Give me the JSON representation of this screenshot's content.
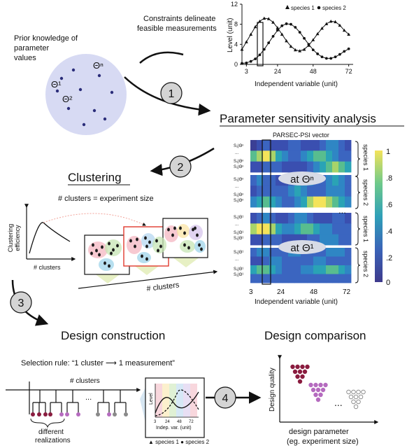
{
  "prior": {
    "label_line1": "Prior knowledge of",
    "label_line2": "parameter",
    "label_line3": "values",
    "theta_n": "Θⁿ",
    "theta_1": "Θ¹",
    "theta_2": "Θ²"
  },
  "constraints": {
    "line1": "Constraints delineate",
    "line2": "feasible measurements"
  },
  "top_chart": {
    "ylabel": "Level (unit)",
    "xlabel": "Independent variable (unit)",
    "legend_s1": "species 1",
    "legend_s2": "species 2",
    "yticks": [
      "0",
      "4",
      "8",
      "12"
    ],
    "xticks": [
      "3",
      "24",
      "48",
      "72"
    ]
  },
  "steps": {
    "s1": "1",
    "s2": "2",
    "s3": "3",
    "s4": "4"
  },
  "psa": {
    "title": "Parameter sensitivity  analysis",
    "vector_label": "PARSEC-PSI vector",
    "at_n": "at Θⁿ",
    "at_1": "at Θ¹",
    "sp1": "species 1",
    "sp2": "species 2",
    "dots": "...",
    "xlabel": "Independent variable (unit)",
    "xticks": [
      "3",
      "24",
      "48",
      "72"
    ],
    "cbar_ticks": [
      "1",
      ".8",
      ".6",
      ".4",
      ".2",
      "0"
    ]
  },
  "clustering": {
    "title": "Clustering",
    "subtitle": "# clusters = experiment size",
    "ylabel_line1": "Clustering",
    "ylabel_line2": "efficiency",
    "xlabel": "# clusters",
    "arrow_label": "# clusters"
  },
  "design_construction": {
    "title": "Design construction",
    "rule": "Selection rule: “1 cluster ⟶ 1 measurement”",
    "tree_label": "# clusters",
    "realizations_line1": "different",
    "realizations_line2": "realizations",
    "inset_ylabel": "Level",
    "inset_xlabel": "Indep. var. (unit)",
    "inset_xticks": [
      "3",
      "24",
      "48",
      "72"
    ],
    "legend": "▲ species 1   ● species 2"
  },
  "design_comparison": {
    "title": "Design comparison",
    "ylabel": "Design quality",
    "xlabel_line1": "design parameter",
    "xlabel_line2": "(eg. experiment size)",
    "dots": "..."
  },
  "colors": {
    "disc": "#d7daf3",
    "dot": "#2b2d7a",
    "heat_low": "#3b4aa5",
    "heat_high": "#f4e35a",
    "maroon": "#8a1c3f",
    "purple": "#b56bbf"
  },
  "chart_data": {
    "type": "line",
    "title": "",
    "xlabel": "Independent variable (unit)",
    "ylabel": "Level (unit)",
    "xlim": [
      0,
      75
    ],
    "ylim": [
      0,
      12
    ],
    "x": [
      0,
      3,
      6,
      9,
      12,
      15,
      18,
      21,
      24,
      27,
      30,
      33,
      36,
      39,
      42,
      45,
      48,
      51,
      54,
      57,
      60,
      63,
      66,
      69,
      72
    ],
    "series": [
      {
        "name": "species 1",
        "marker": "triangle",
        "values": [
          3,
          4.5,
          6,
          7.5,
          8.6,
          9.2,
          9.1,
          8.4,
          7.3,
          6,
          4.7,
          3.6,
          2.9,
          2.7,
          3,
          3.8,
          4.9,
          6.1,
          7.2,
          8.1,
          8.6,
          8.5,
          7.8,
          6.8,
          6
        ]
      },
      {
        "name": "species 2",
        "marker": "circle",
        "values": [
          0.2,
          0.3,
          0.6,
          1.1,
          1.9,
          3,
          4.3,
          5.6,
          6.8,
          7.7,
          8.1,
          8,
          7.4,
          6.4,
          5.2,
          4,
          2.9,
          2.1,
          1.5,
          1.2,
          1.2,
          1.5,
          2,
          2.6,
          3.1
        ]
      }
    ]
  }
}
